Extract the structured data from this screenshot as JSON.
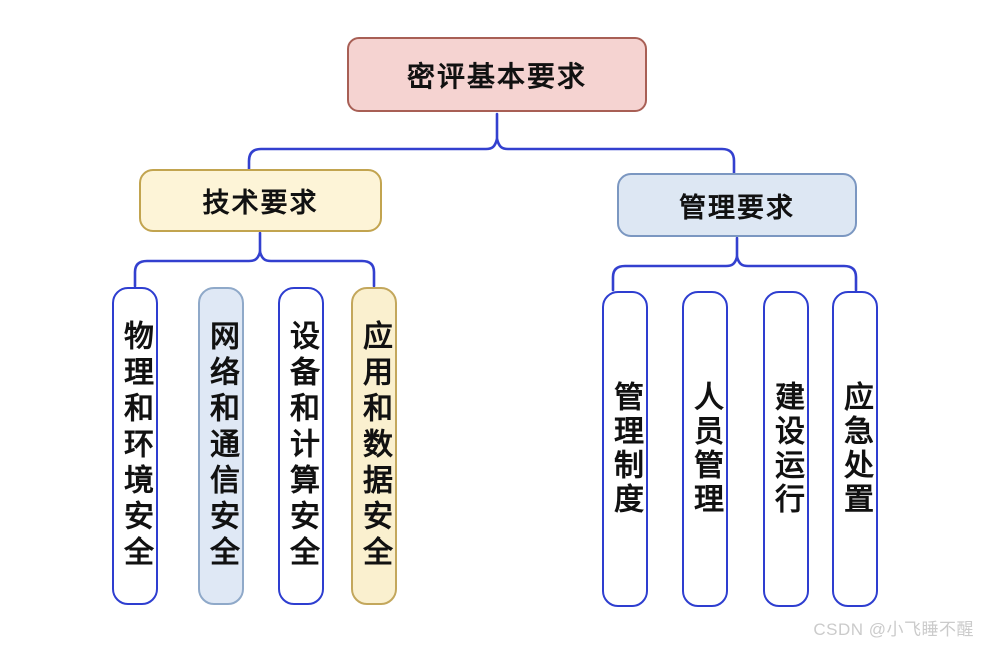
{
  "diagram": {
    "root": {
      "label": "密评基本要求"
    },
    "branches": [
      {
        "label": "技术要求",
        "children": [
          {
            "label": "物理和环境安全"
          },
          {
            "label": "网络和通信安全"
          },
          {
            "label": "设备和计算安全"
          },
          {
            "label": "应用和数据安全"
          }
        ]
      },
      {
        "label": "管理要求",
        "children": [
          {
            "label": "管理制度"
          },
          {
            "label": "人员管理"
          },
          {
            "label": "建设运行"
          },
          {
            "label": "应急处置"
          }
        ]
      }
    ]
  },
  "watermark": {
    "text": "CSDN @小飞睡不醒"
  },
  "colors": {
    "root_fill": "#f5d3d1",
    "root_border": "#a85f55",
    "tech_fill": "#fdf4d7",
    "tech_border": "#c2a44f",
    "mgmt_fill": "#dde7f3",
    "mgmt_border": "#7b97c1",
    "leaf_border": "#2e3ed0",
    "leaf_blue_fill": "#dfe8f5",
    "leaf_blue_border": "#8fa9c9",
    "leaf_yellow_fill": "#faf0cf",
    "leaf_yellow_border": "#c3a75c",
    "connector": "#3340cf",
    "text": "#111111",
    "watermark": "#cbcbcb"
  }
}
